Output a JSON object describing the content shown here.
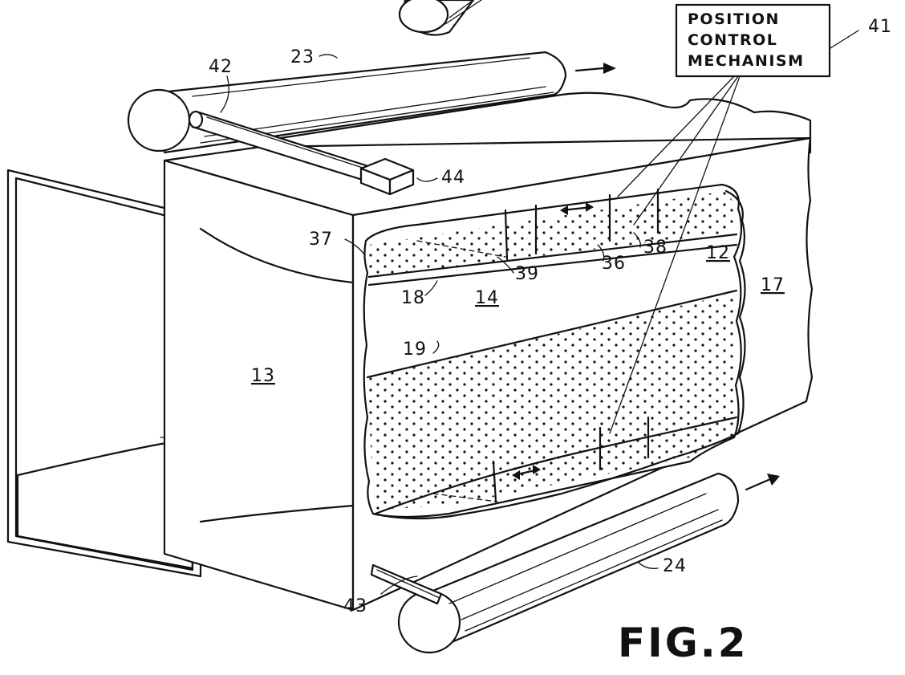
{
  "figure": {
    "caption": "FIG.2",
    "control_box": {
      "line1": "POSITION",
      "line2": "CONTROL",
      "line3": "MECHANISM"
    },
    "labels": {
      "l41": "41",
      "l42": "42",
      "l23": "23",
      "l44": "44",
      "l37": "37",
      "l39": "39",
      "l36": "36",
      "l38": "38",
      "l12": "12",
      "l17": "17",
      "l18": "18",
      "l14": "14",
      "l19": "19",
      "l13": "13",
      "l24": "24",
      "l43": "43"
    }
  }
}
